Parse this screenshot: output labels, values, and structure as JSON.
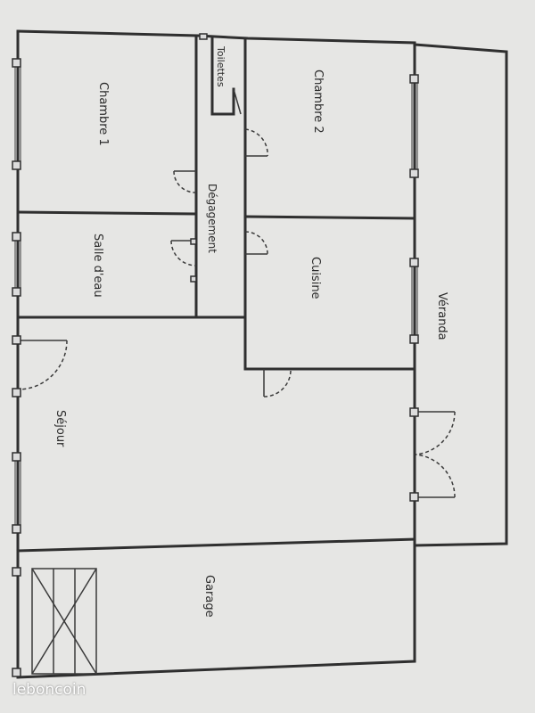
{
  "floorplan": {
    "rooms": {
      "chambre1": "Chambre 1",
      "toilettes": "Toilettes",
      "chambre2": "Chambre 2",
      "degagement": "Dégagement",
      "salle_eau": "Salle d'eau",
      "cuisine": "Cuisine",
      "veranda": "Véranda",
      "sejour": "Séjour",
      "garage": "Garage"
    },
    "watermark": "leboncoin"
  }
}
